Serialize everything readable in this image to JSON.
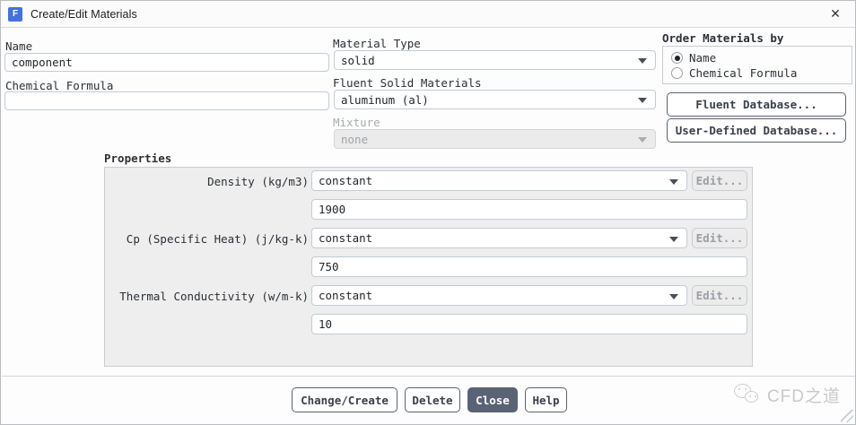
{
  "window": {
    "title": "Create/Edit Materials",
    "app_icon": "F",
    "close_icon": "✕"
  },
  "left": {
    "name_label": "Name",
    "name_value": "component",
    "formula_label": "Chemical Formula",
    "formula_value": ""
  },
  "middle": {
    "material_type_label": "Material Type",
    "material_type_value": "solid",
    "fluent_materials_label": "Fluent Solid Materials",
    "fluent_materials_value": "aluminum (al)",
    "mixture_label": "Mixture",
    "mixture_value": "none"
  },
  "order_by": {
    "title": "Order Materials by",
    "options": [
      {
        "label": "Name",
        "selected": true
      },
      {
        "label": "Chemical Formula",
        "selected": false
      }
    ],
    "fluent_database_button": "Fluent Database...",
    "user_defined_database_button": "User-Defined Database..."
  },
  "properties": {
    "title": "Properties",
    "rows": [
      {
        "label": "Density (kg/m3)",
        "method": "constant",
        "edit": "Edit...",
        "value": "1900"
      },
      {
        "label": "Cp (Specific Heat) (j/kg-k)",
        "method": "constant",
        "edit": "Edit...",
        "value": "750"
      },
      {
        "label": "Thermal Conductivity (w/m-k)",
        "method": "constant",
        "edit": "Edit...",
        "value": "10"
      }
    ]
  },
  "footer": {
    "change_create": "Change/Create",
    "delete": "Delete",
    "close": "Close",
    "help": "Help"
  },
  "watermark": {
    "text": "CFD之道"
  },
  "colors": {
    "accent": "#4472d8",
    "primary_button": "#5a6376",
    "panel": "#eeeeee",
    "border": "#c9ccd2"
  }
}
